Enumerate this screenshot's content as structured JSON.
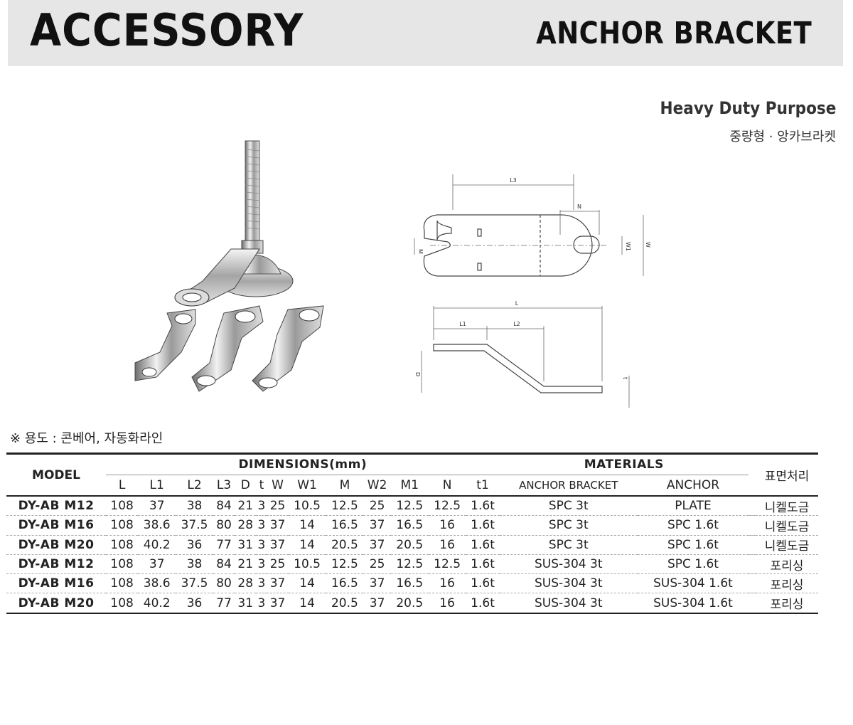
{
  "header": {
    "title": "ACCESSORY",
    "subtitle": "ANCHOR BRACKET"
  },
  "purpose": {
    "en": "Heavy Duty Purpose",
    "ko": "중량형 · 앙카브라켓"
  },
  "drawing_labels": {
    "L3": "L3",
    "N": "N",
    "M": "M",
    "W1": "W1",
    "W": "W",
    "L": "L",
    "L1": "L1",
    "L2": "L2",
    "D": "D",
    "t": "t"
  },
  "usage_note": "※ 용도 : 콘베어, 자동화라인",
  "table": {
    "model_header": "MODEL",
    "dimensions_header": "DIMENSIONS(mm)",
    "materials_header": "MATERIALS",
    "surface_header": "표면처리",
    "dimension_columns": [
      "L",
      "L1",
      "L2",
      "L3",
      "D",
      "t",
      "W",
      "W1",
      "M",
      "W2",
      "M1",
      "N",
      "t1"
    ],
    "material_columns": [
      "ANCHOR BRACKET",
      "ANCHOR"
    ],
    "rows": [
      {
        "model": "DY-AB M12",
        "L": "108",
        "L1": "37",
        "L2": "38",
        "L3": "84",
        "D": "21",
        "t": "3",
        "W": "25",
        "W1": "10.5",
        "M": "12.5",
        "W2": "25",
        "M1": "12.5",
        "N": "12.5",
        "t1": "1.6t",
        "bracket": "SPC 3t",
        "anchor": "PLATE",
        "surface": "니켈도금"
      },
      {
        "model": "DY-AB M16",
        "L": "108",
        "L1": "38.6",
        "L2": "37.5",
        "L3": "80",
        "D": "28",
        "t": "3",
        "W": "37",
        "W1": "14",
        "M": "16.5",
        "W2": "37",
        "M1": "16.5",
        "N": "16",
        "t1": "1.6t",
        "bracket": "SPC 3t",
        "anchor": "SPC 1.6t",
        "surface": "니켈도금"
      },
      {
        "model": "DY-AB M20",
        "L": "108",
        "L1": "40.2",
        "L2": "36",
        "L3": "77",
        "D": "31",
        "t": "3",
        "W": "37",
        "W1": "14",
        "M": "20.5",
        "W2": "37",
        "M1": "20.5",
        "N": "16",
        "t1": "1.6t",
        "bracket": "SPC 3t",
        "anchor": "SPC 1.6t",
        "surface": "니켈도금"
      },
      {
        "model": "DY-AB M12",
        "L": "108",
        "L1": "37",
        "L2": "38",
        "L3": "84",
        "D": "21",
        "t": "3",
        "W": "25",
        "W1": "10.5",
        "M": "12.5",
        "W2": "25",
        "M1": "12.5",
        "N": "12.5",
        "t1": "1.6t",
        "bracket": "SUS-304 3t",
        "anchor": "SPC 1.6t",
        "surface": "포리싱"
      },
      {
        "model": "DY-AB M16",
        "L": "108",
        "L1": "38.6",
        "L2": "37.5",
        "L3": "80",
        "D": "28",
        "t": "3",
        "W": "37",
        "W1": "14",
        "M": "16.5",
        "W2": "37",
        "M1": "16.5",
        "N": "16",
        "t1": "1.6t",
        "bracket": "SUS-304 3t",
        "anchor": "SUS-304 1.6t",
        "surface": "포리싱"
      },
      {
        "model": "DY-AB M20",
        "L": "108",
        "L1": "40.2",
        "L2": "36",
        "L3": "77",
        "D": "31",
        "t": "3",
        "W": "37",
        "W1": "14",
        "M": "20.5",
        "W2": "37",
        "M1": "20.5",
        "N": "16",
        "t1": "1.6t",
        "bracket": "SUS-304 3t",
        "anchor": "SUS-304 1.6t",
        "surface": "포리싱"
      }
    ]
  },
  "colors": {
    "header_band": "#e6e6e6",
    "text": "#1a1a1a",
    "line": "#222222"
  }
}
